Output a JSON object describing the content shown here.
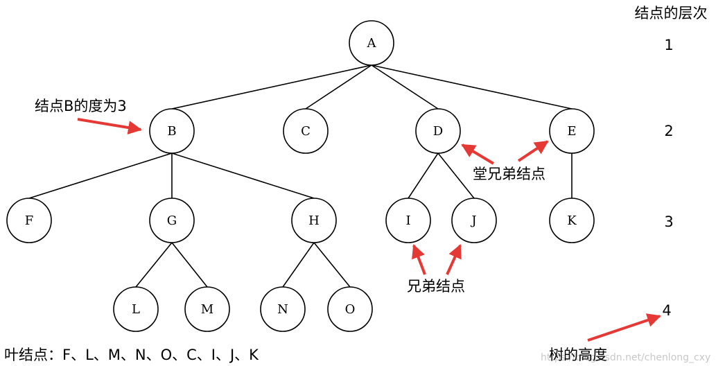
{
  "tree": {
    "nodes": [
      {
        "id": "A",
        "label": "A"
      },
      {
        "id": "B",
        "label": "B"
      },
      {
        "id": "C",
        "label": "C"
      },
      {
        "id": "D",
        "label": "D"
      },
      {
        "id": "E",
        "label": "E"
      },
      {
        "id": "F",
        "label": "F"
      },
      {
        "id": "G",
        "label": "G"
      },
      {
        "id": "H",
        "label": "H"
      },
      {
        "id": "I",
        "label": "I"
      },
      {
        "id": "J",
        "label": "J"
      },
      {
        "id": "K",
        "label": "K"
      },
      {
        "id": "L",
        "label": "L"
      },
      {
        "id": "M",
        "label": "M"
      },
      {
        "id": "N",
        "label": "N"
      },
      {
        "id": "O",
        "label": "O"
      }
    ],
    "edges": [
      [
        "A",
        "B"
      ],
      [
        "A",
        "C"
      ],
      [
        "A",
        "D"
      ],
      [
        "A",
        "E"
      ],
      [
        "B",
        "F"
      ],
      [
        "B",
        "G"
      ],
      [
        "B",
        "H"
      ],
      [
        "D",
        "I"
      ],
      [
        "D",
        "J"
      ],
      [
        "E",
        "K"
      ],
      [
        "G",
        "L"
      ],
      [
        "G",
        "M"
      ],
      [
        "H",
        "N"
      ],
      [
        "H",
        "O"
      ]
    ]
  },
  "levels": {
    "header": "结点的层次",
    "values": [
      "1",
      "2",
      "3",
      "4"
    ]
  },
  "annotations": {
    "degree_b": "结点B的度为3",
    "cousins": "堂兄弟结点",
    "siblings": "兄弟结点",
    "leaves": "叶结点：F、L、M、N、O、C、I、J、K",
    "tree_height": "树的高度",
    "watermark": "https://blog.csdn.net/chenlong_cxy"
  },
  "colors": {
    "arrow": "#e53935",
    "stroke": "#000000"
  }
}
